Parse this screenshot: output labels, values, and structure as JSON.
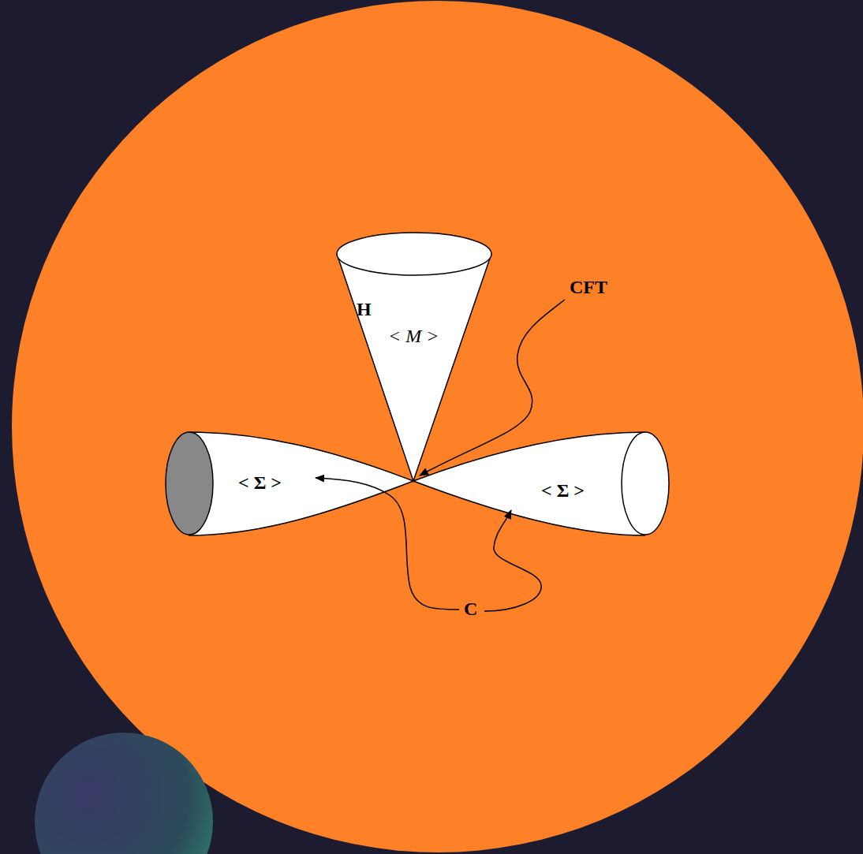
{
  "diagram": {
    "nodes": [
      {
        "text": [
          "H",
          "< M >"
        ]
      },
      {
        "text": [
          "< Σ >"
        ]
      },
      {
        "text": [
          "< Σ >"
        ]
      }
    ],
    "labels": [
      "CFT",
      "C"
    ]
  }
}
